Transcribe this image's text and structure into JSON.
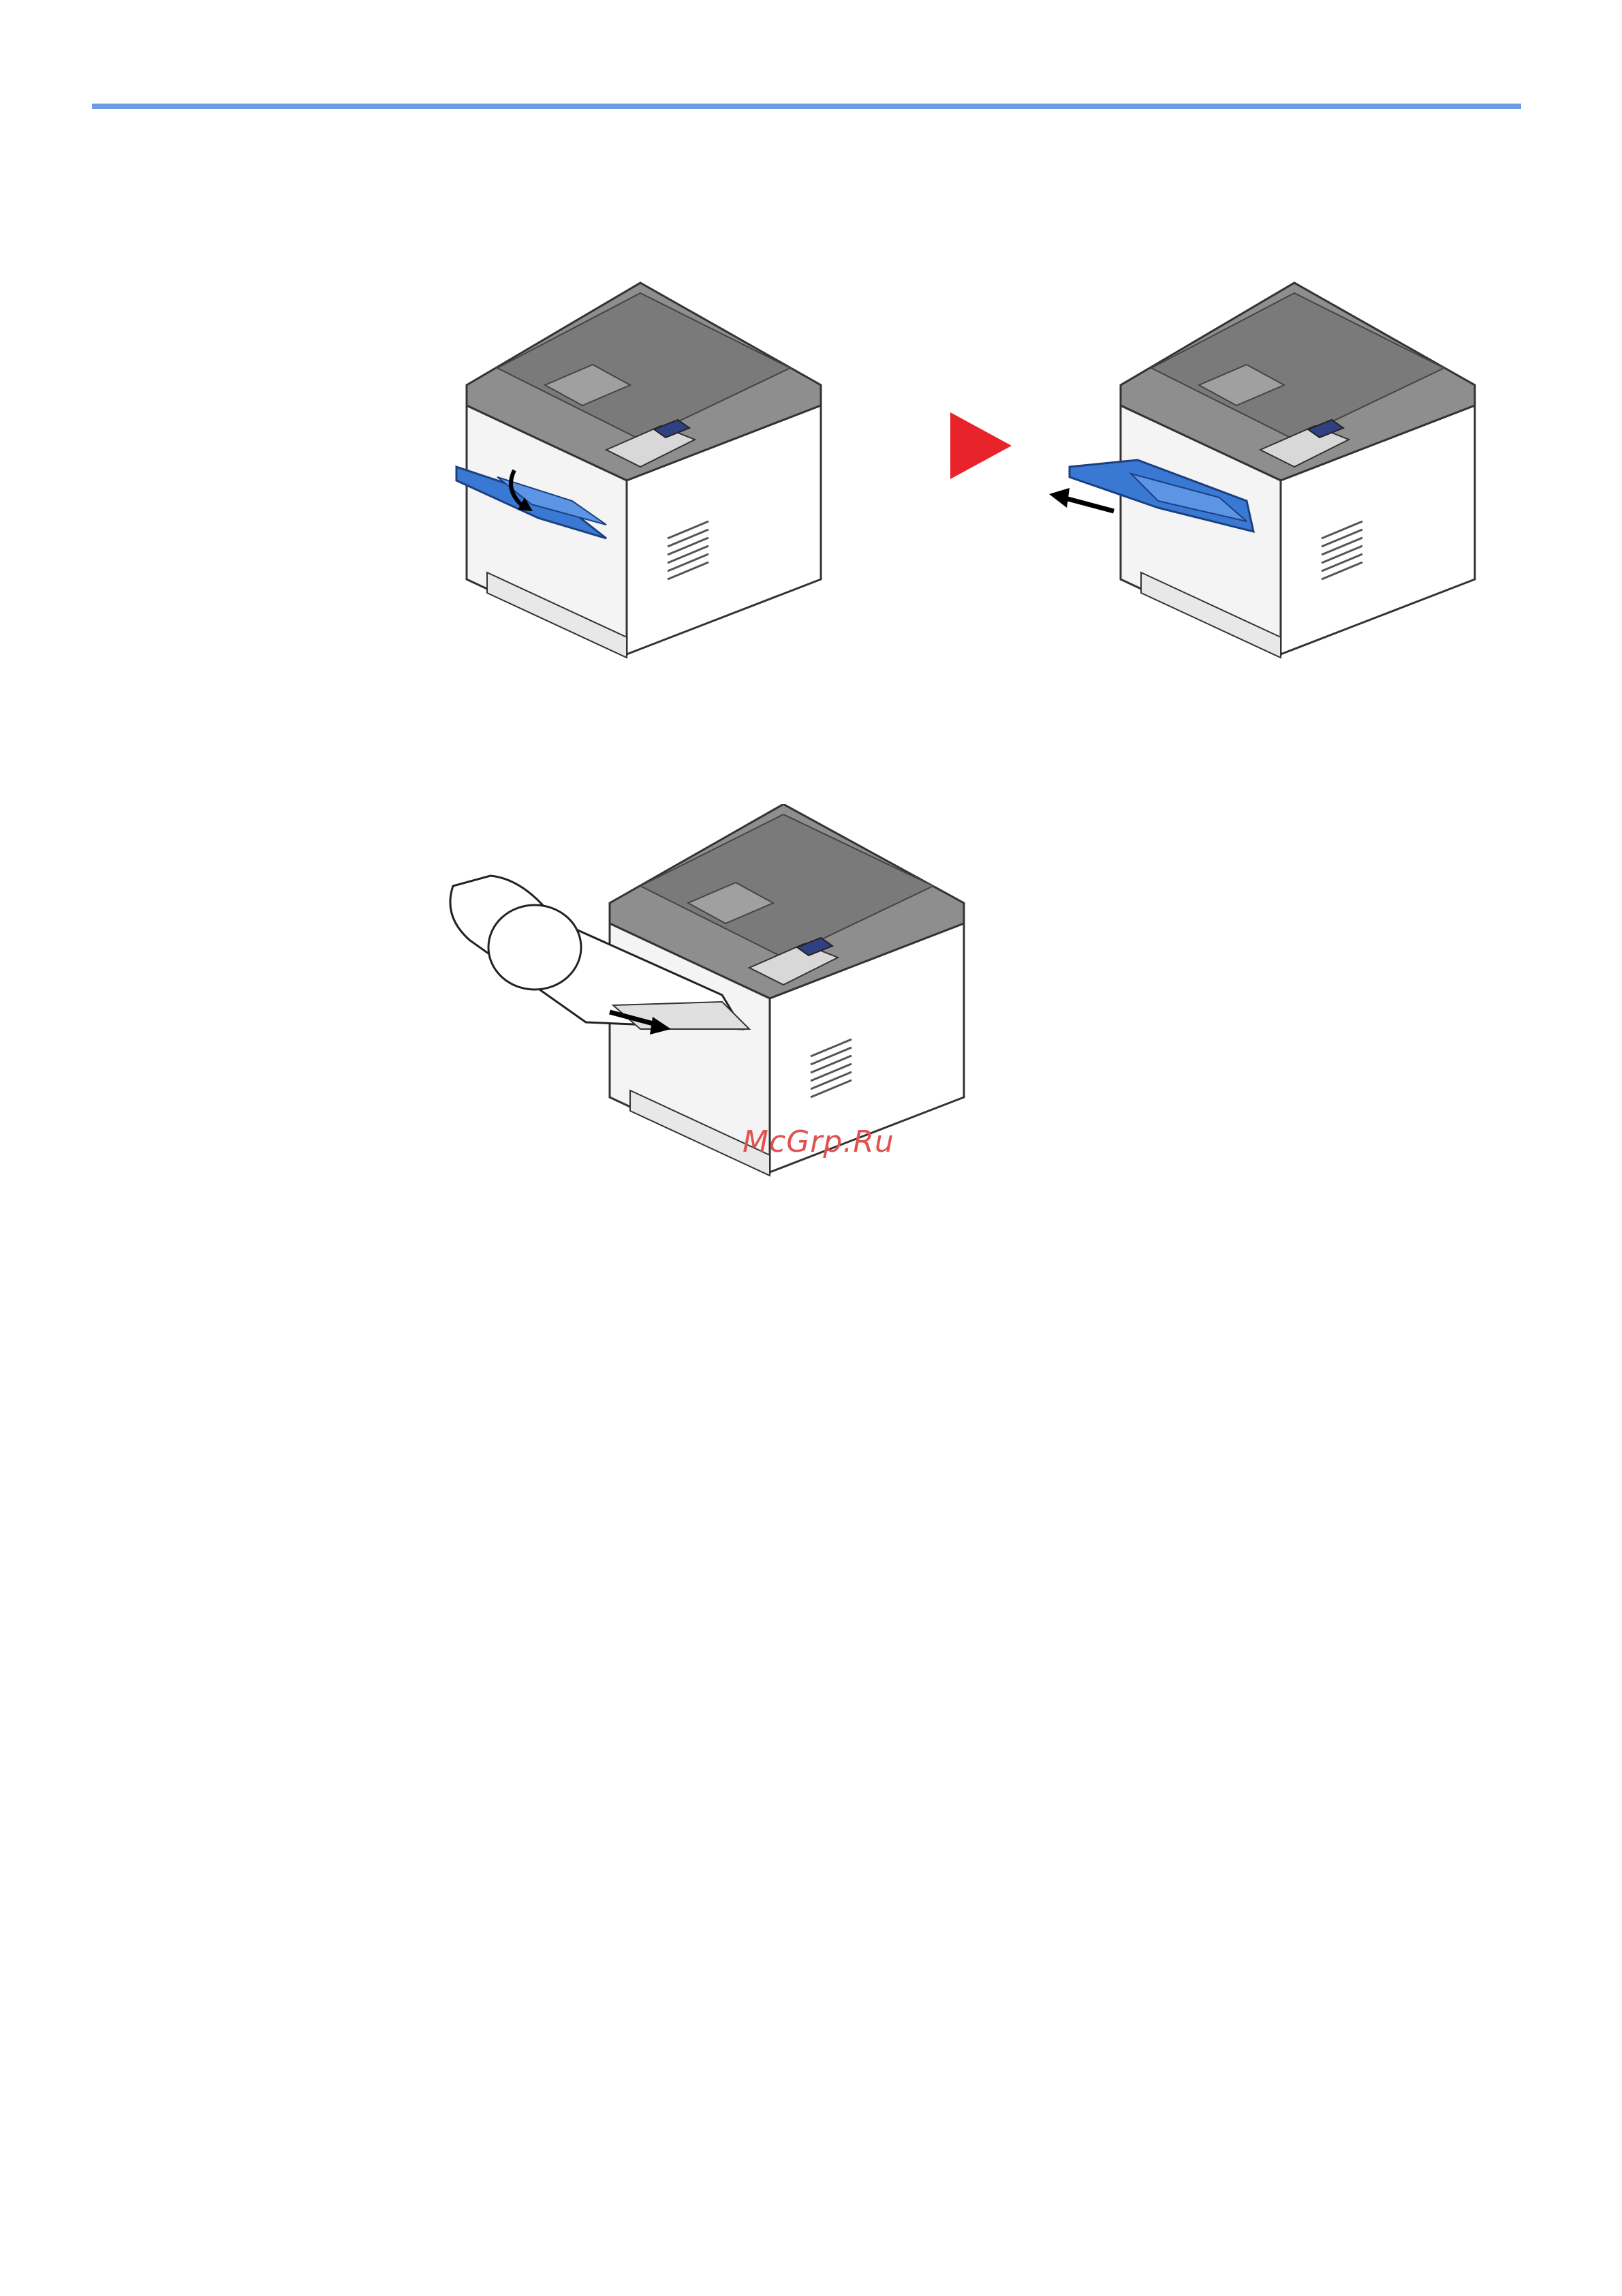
{
  "page": {
    "accent_color": "#6e9be6",
    "arrow_color": "#e8232a",
    "tray_color": "#3a79d3"
  },
  "figures": [
    {
      "name": "printer-open-mp-tray",
      "icon": "printer-illustration"
    },
    {
      "name": "printer-extend-mp-tray",
      "icon": "printer-illustration"
    },
    {
      "name": "printer-load-rolled-paper",
      "icon": "printer-illustration"
    }
  ],
  "step_arrow": {
    "icon": "red-triangle-arrow-icon"
  },
  "watermark": {
    "text": "McGrp.Ru"
  }
}
